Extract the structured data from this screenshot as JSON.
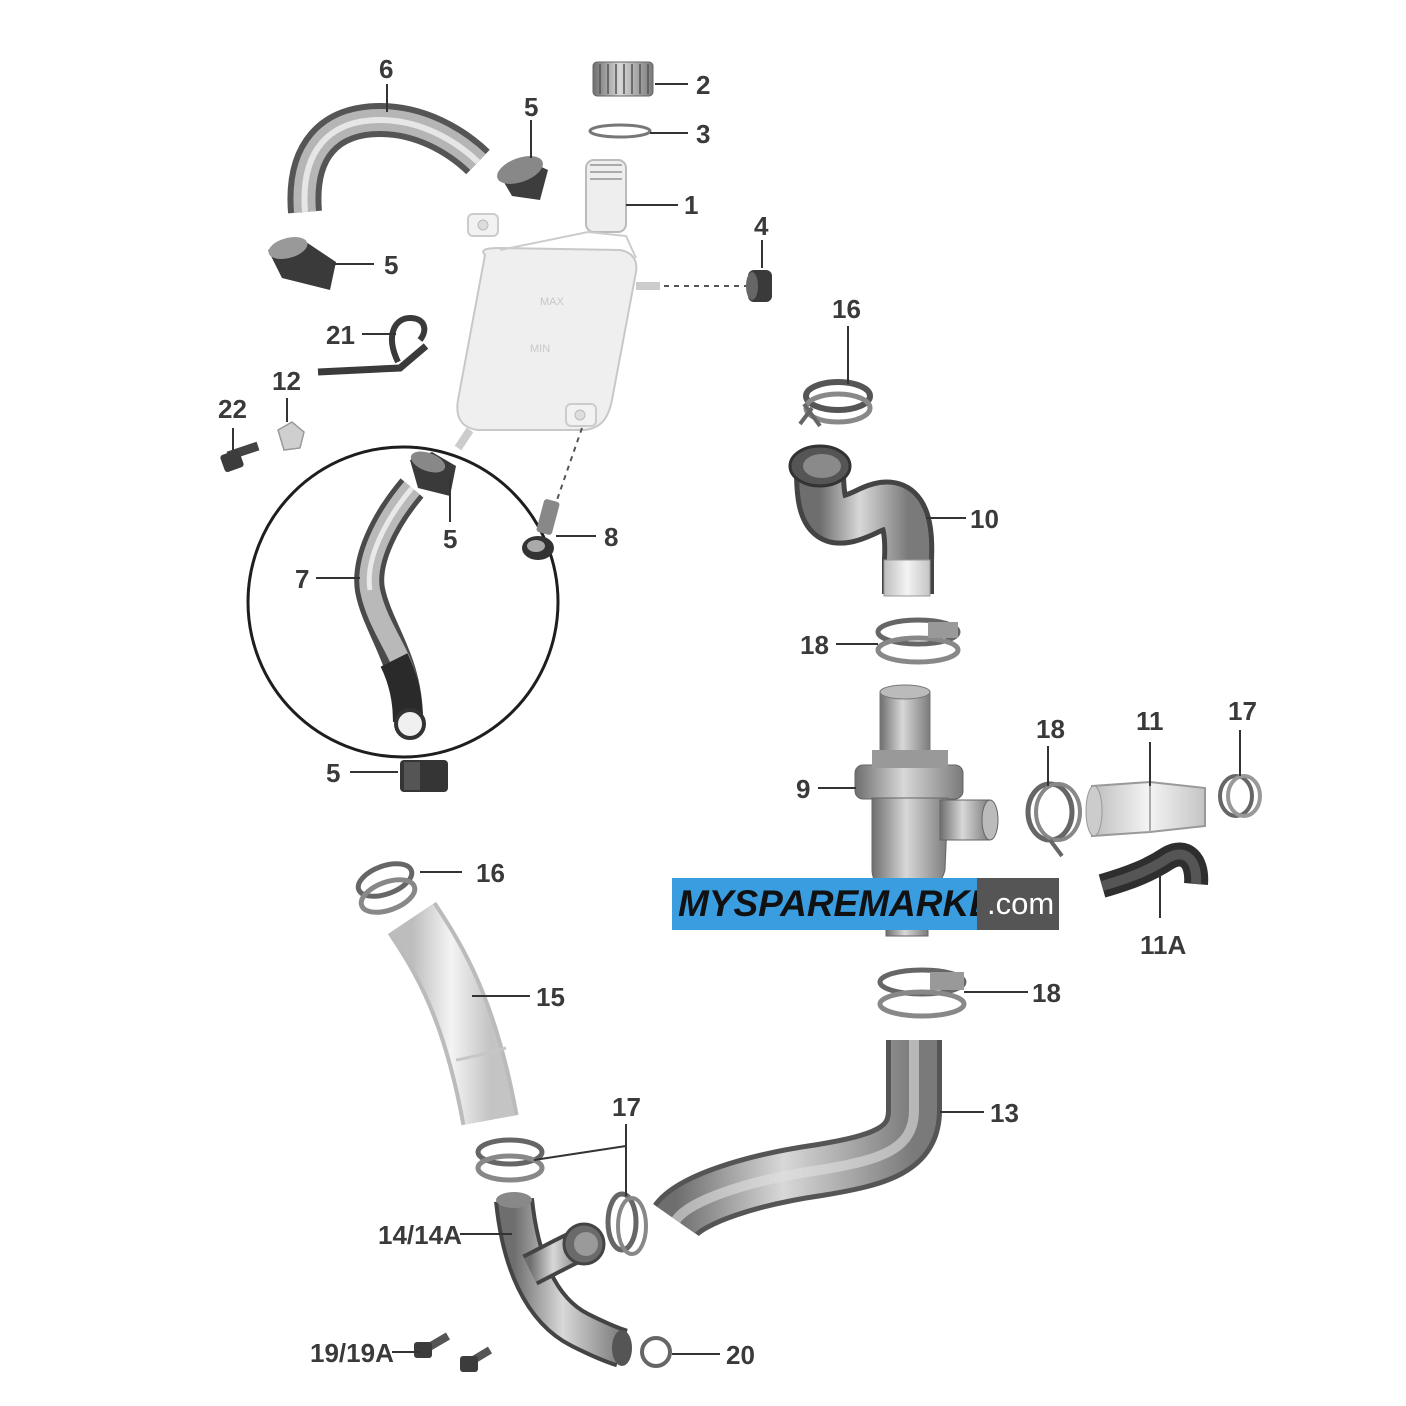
{
  "labels": {
    "tank": "1",
    "cap": "2",
    "seal_ring": "3",
    "grommet": "4",
    "clip_top": "5",
    "clip_left": "5",
    "clip_mid": "5",
    "clip_bottom": "5",
    "hose_overflow": "6",
    "hose_circled": "7",
    "nipple": "8",
    "thermostat_housing": "9",
    "hose_upper_elbow": "10",
    "hose_bypass": "11",
    "hose_bypass_alt": "11A",
    "clip_12": "12",
    "hose_lower": "13",
    "pipe_water_pump": "14/14A",
    "hose_left": "15",
    "clamp_16_top": "16",
    "clamp_16_left": "16",
    "clamp_17_right": "17",
    "clamp_17_lower": "17",
    "clamp_18_upper": "18",
    "clamp_18_right": "18",
    "clamp_18_lower": "18",
    "bolts": "19/19A",
    "o_ring": "20",
    "bracket": "21",
    "bolt_22": "22"
  },
  "watermark": {
    "main": "MYSPAREMARKET",
    "tld": ".com"
  }
}
